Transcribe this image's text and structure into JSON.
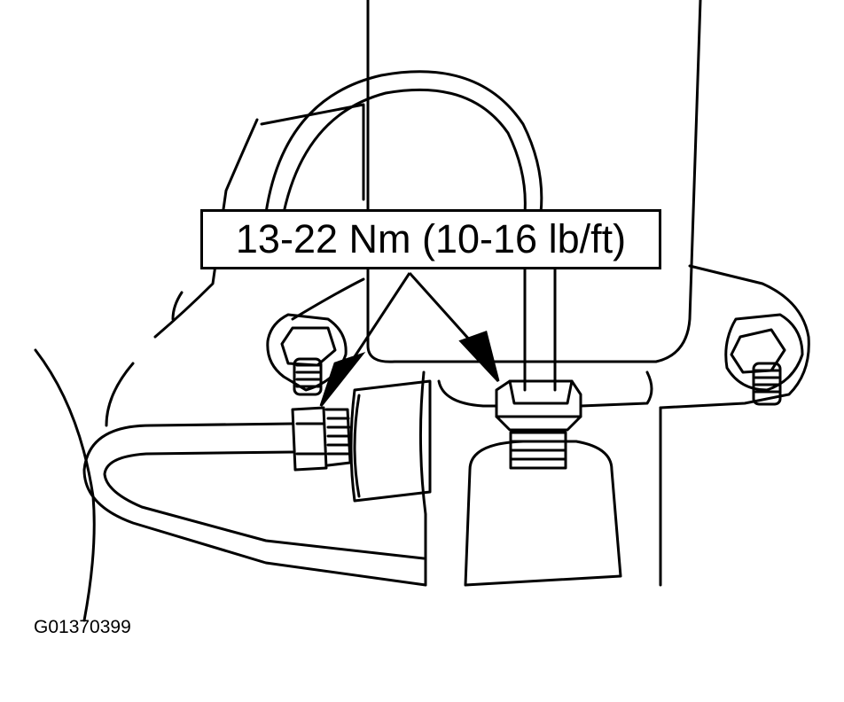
{
  "diagram": {
    "torque_spec": "13-22 Nm (10-16 lb/ft)",
    "figure_id": "G01370399",
    "parts": [
      "brake-line",
      "brake-line-flare-nut",
      "brake-hose-fitting",
      "caliper-bracket-bolt",
      "axle-housing",
      "shock-absorber-body"
    ],
    "colors": {
      "line": "#000000",
      "background": "#ffffff"
    }
  }
}
